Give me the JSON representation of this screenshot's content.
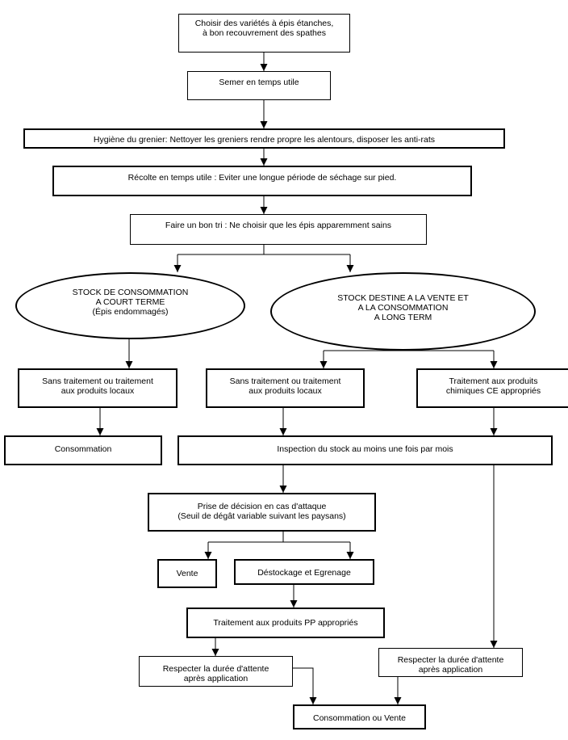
{
  "nodes": {
    "choisir": "Choisir des variétés à épis étanches,\nà bon recouvrement des spathes",
    "semer": "Semer en temps utile",
    "hygiene": "Hygiène du grenier: Nettoyer les greniers rendre propre les alentours, disposer les  anti-rats",
    "recolte": "Récolte en temps utile : Eviter une longue période de séchage sur pied.",
    "tri": "Faire un bon tri : Ne choisir que les épis apparemment sains",
    "stock_court": "STOCK DE CONSOMMATION\nA COURT TERME\n(Épis endommagés)",
    "stock_long": "STOCK DESTINE A LA VENTE ET\nA LA CONSOMMATION\nA LONG TERM",
    "sans_trait_1": "Sans traitement ou traitement\naux produits locaux",
    "sans_trait_2": "Sans traitement ou traitement\naux produits locaux",
    "trait_chimique": "Traitement aux  produits\nchimiques  CE  appropriés",
    "consommation": "Consommation",
    "inspection": "Inspection du stock au moins une fois par mois",
    "prise_decision": "Prise de décision en cas d'attaque\n(Seuil de dégât variable suivant les paysans)",
    "vente": "Vente",
    "destockage": "Déstockage et Egrenage",
    "trait_pp": "Traitement aux produits PP appropriés",
    "respecter_1": "Respecter la durée d'attente\naprès application",
    "respecter_2": "Respecter la durée d'attente\naprès application",
    "final": "Consommation ou Vente"
  }
}
